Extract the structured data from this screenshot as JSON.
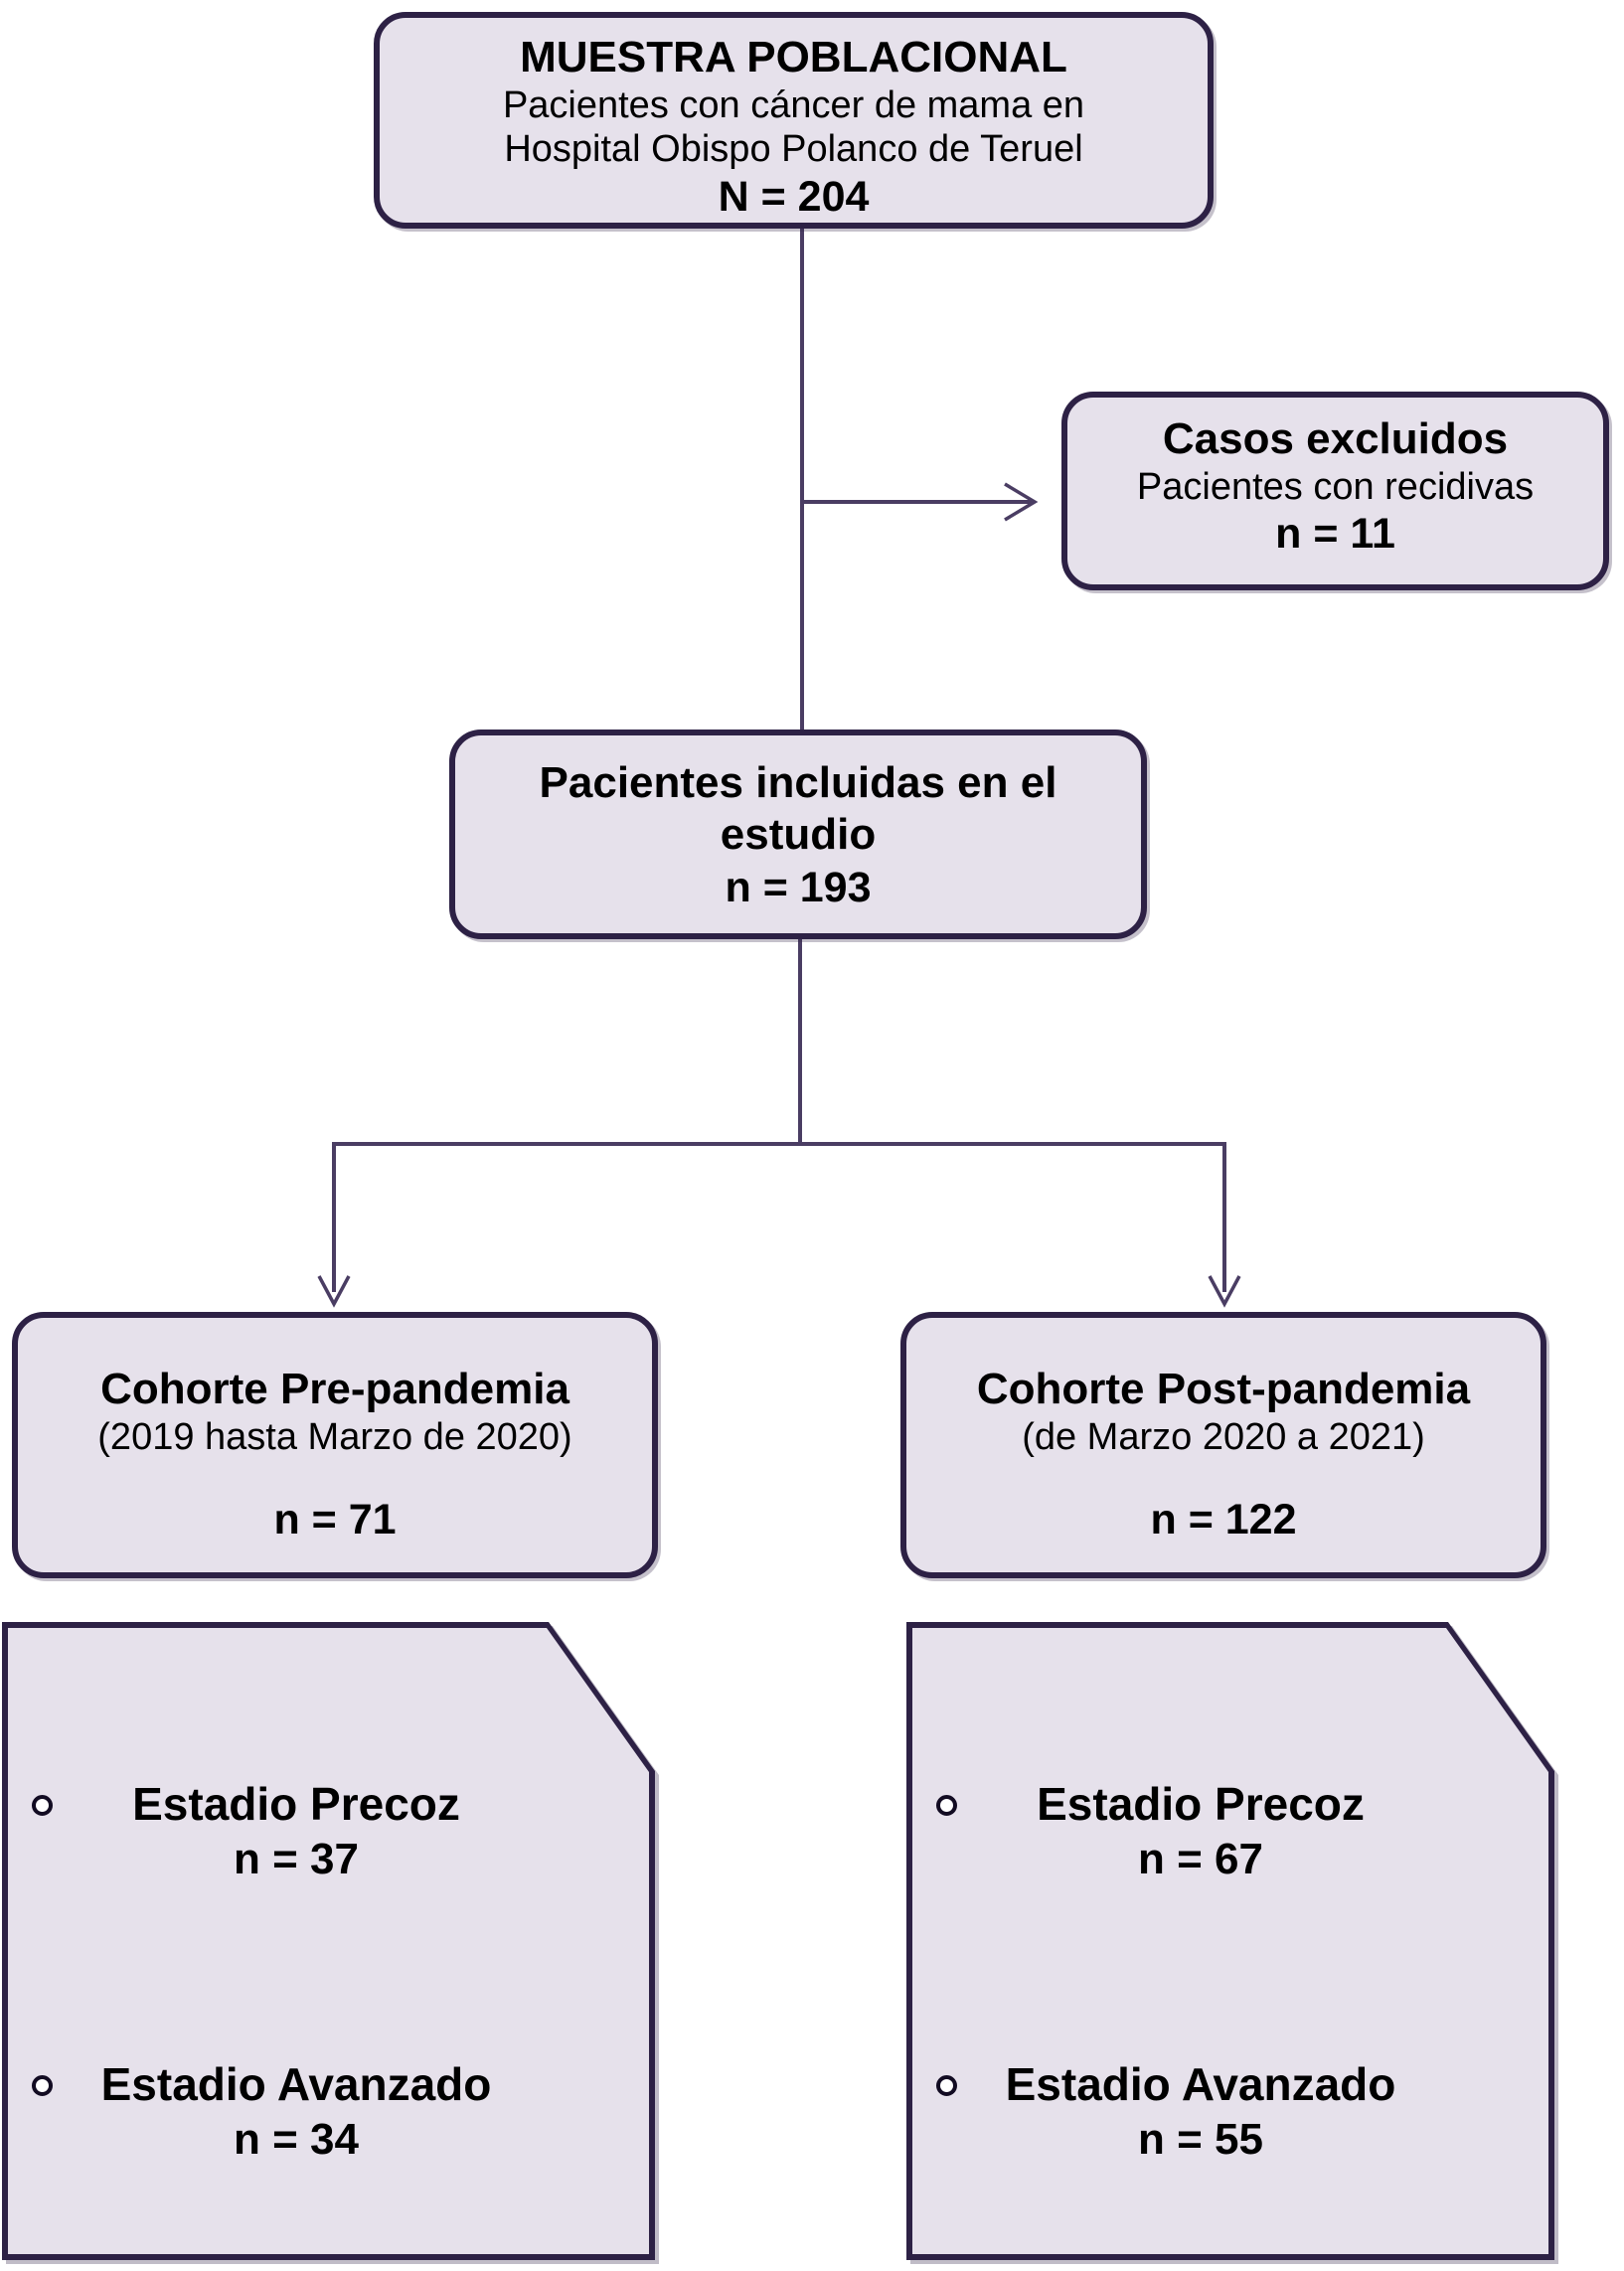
{
  "diagram": {
    "muestra": {
      "title": "MUESTRA POBLACIONAL",
      "subtitle": "Pacientes con cáncer de mama en Hospital Obispo Polanco de Teruel",
      "n": "N = 204"
    },
    "excluidos": {
      "title": "Casos excluidos",
      "subtitle": "Pacientes con recidivas",
      "n": "n = 11"
    },
    "incluidas": {
      "title": "Pacientes incluidas en el estudio",
      "n": "n = 193"
    },
    "cohorte_pre": {
      "title": "Cohorte Pre-pandemia",
      "period": "(2019 hasta Marzo de 2020)",
      "n": "n = 71"
    },
    "cohorte_post": {
      "title": "Cohorte Post-pandemia",
      "period": "(de Marzo 2020 a 2021)",
      "n": "n = 122"
    },
    "estadios_pre": {
      "items": [
        {
          "label": "Estadio Precoz",
          "n": "n = 37"
        },
        {
          "label": "Estadio Avanzado",
          "n": "n = 34"
        }
      ]
    },
    "estadios_post": {
      "items": [
        {
          "label": "Estadio Precoz",
          "n": "n = 67"
        },
        {
          "label": "Estadio Avanzado",
          "n": "n = 55"
        }
      ]
    }
  },
  "icons": {
    "bullet": "circle-bullet",
    "arrow_style": "open-chevron"
  },
  "colors": {
    "box_fill": "#E6E1EB",
    "box_border": "#2D2145",
    "connector": "#4A3D63",
    "text": "#000000",
    "background": "#FFFFFF"
  }
}
